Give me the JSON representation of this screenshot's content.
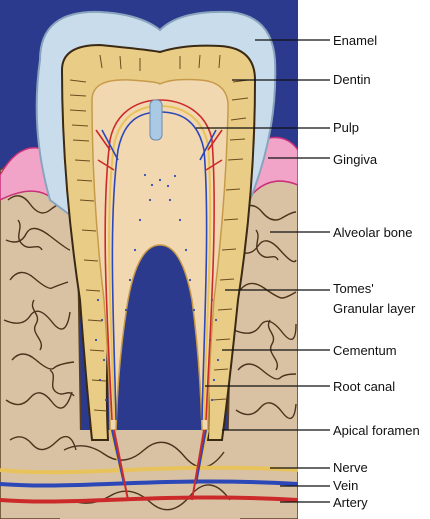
{
  "diagram": {
    "labels": {
      "enamel": "Enamel",
      "dentin": "Dentin",
      "pulp": "Pulp",
      "gingiva": "Gingiva",
      "alveolar_bone": "Alveolar bone",
      "tomes_line1": "Tomes'",
      "tomes_line2": "Granular layer",
      "cementum": "Cementum",
      "root_canal": "Root canal",
      "apical_foramen": "Apical foramen",
      "nerve": "Nerve",
      "vein": "Vein",
      "artery": "Artery"
    },
    "colors": {
      "background": "#2b3a8c",
      "enamel": "#c8dceb",
      "dentin": "#e9cd86",
      "pulp": "#f2d8b0",
      "bone": "#d9c2a4",
      "gingiva": "#f2a4c8",
      "nerve": "#e8c25a",
      "vein": "#2c47b8",
      "artery": "#cc2a2a",
      "cementum_dots": "#2f4fb5"
    }
  }
}
